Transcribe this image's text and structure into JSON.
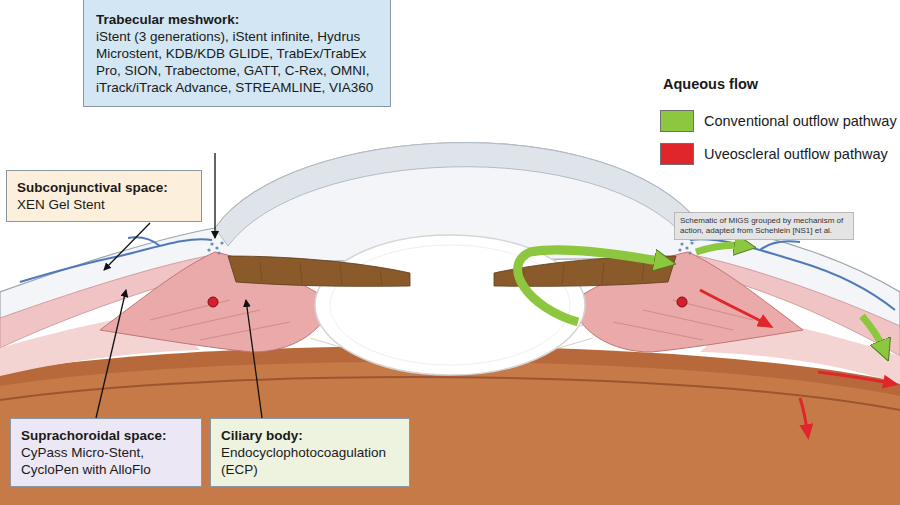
{
  "diagram": {
    "nodes": [
      {
        "text": [
          "Trabecular meshwork:",
          "iStent (3 generations), iStent infinite, Hydrus Microstent, KDB/KDB GLIDE, TrabEx/TrabEx Pro, SION, Trabectome, GATT, C-Rex, OMNI, iTrack/iTrack Advance, STREAMLINE, VIA360"
        ]
      },
      {
        "text": [
          "Subconjunctival space:",
          "XEN Gel Stent"
        ]
      },
      {
        "text": [
          "Schematic of MIGS grouped by mechanism of action, adapted from Schehlein [NS1] et al."
        ]
      },
      {
        "text": [
          "Suprachoroidal space:",
          "CyPass Micro-Stent, CycloPen with AlloFlo"
        ]
      },
      {
        "text": [
          "Ciliary body:",
          "Endocyclophotocoagulation (ECP)"
        ]
      }
    ],
    "labels": [
      "Aqueous flow"
    ],
    "legend": [
      {
        "text": "Conventional outflow pathway",
        "color": "#8dc63f"
      },
      {
        "text": "Uveoscleral outflow pathway",
        "color": "#e0262b"
      }
    ]
  }
}
